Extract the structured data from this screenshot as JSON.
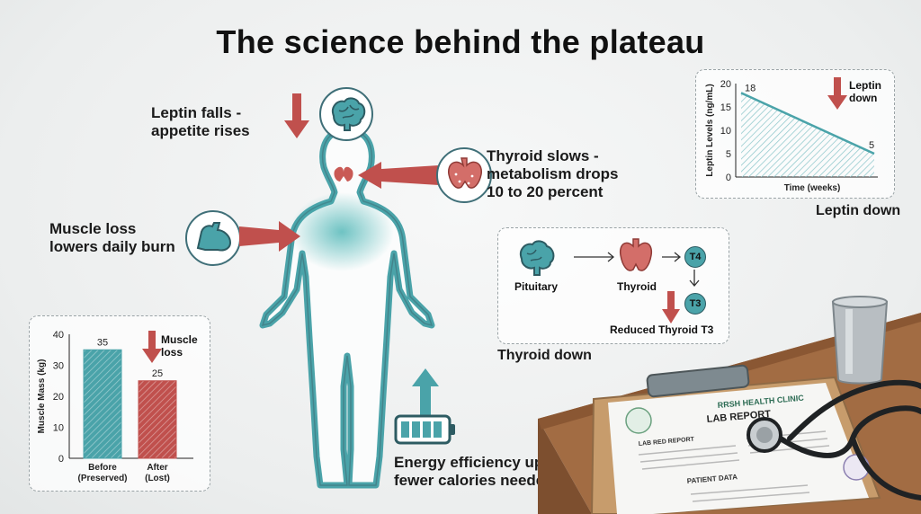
{
  "title": "The science behind the plateau",
  "labels": {
    "leptin_line1": "Leptin falls -",
    "leptin_line2": "appetite rises",
    "thyroid_line1": "Thyroid slows -",
    "thyroid_line2": "metabolism drops",
    "thyroid_line3": "10 to 20 percent",
    "muscle_line1": "Muscle loss",
    "muscle_line2": "lowers daily burn",
    "energy_line1": "Energy efficiency up -",
    "energy_line2": "fewer calories needed"
  },
  "colors": {
    "teal": "#4aa3a9",
    "red": "#c0504d",
    "outline": "#3f6f78"
  },
  "icons": [
    "brain-icon",
    "thyroid-icon",
    "bicep-icon",
    "battery-icon",
    "arrow-down-icon",
    "arrow-up-icon"
  ],
  "leptin_panel": {
    "caption": "Leptin down",
    "down_label_line1": "Leptin",
    "down_label_line2": "down"
  },
  "thyroid_panel": {
    "caption": "Thyroid down",
    "pituitary": "Pituitary",
    "thyroid": "Thyroid",
    "t4": "T4",
    "t3": "T3",
    "reduced": "Reduced Thyroid T3"
  },
  "muscle_panel": {
    "down_label_line1": "Muscle",
    "down_label_line2": "loss"
  },
  "clipboard": {
    "clinic": "RRSH HEALTH CLINIC",
    "heading": "LAB REPORT",
    "section1": "LAB RED REPORT",
    "section2": "PATIENT DATA"
  },
  "chart_data": [
    {
      "type": "area",
      "title": "",
      "xlabel": "Time (weeks)",
      "ylabel": "Leptin Levels (ng/mL)",
      "ylim": [
        0,
        20
      ],
      "yticks": [
        0,
        5,
        10,
        15,
        20
      ],
      "x": [
        0,
        1
      ],
      "values": [
        18,
        5
      ],
      "data_labels": [
        "18",
        "5"
      ],
      "grid": false
    },
    {
      "type": "bar",
      "title": "",
      "xlabel": "",
      "ylabel": "Muscle Mass (kg)",
      "ylim": [
        0,
        40
      ],
      "yticks": [
        0,
        10,
        20,
        30,
        40
      ],
      "categories": [
        [
          "Before",
          "(Preserved)"
        ],
        [
          "After",
          "(Lost)"
        ]
      ],
      "values": [
        35,
        25
      ],
      "colors": [
        "#4aa3a9",
        "#c0504d"
      ],
      "grid": false
    }
  ]
}
